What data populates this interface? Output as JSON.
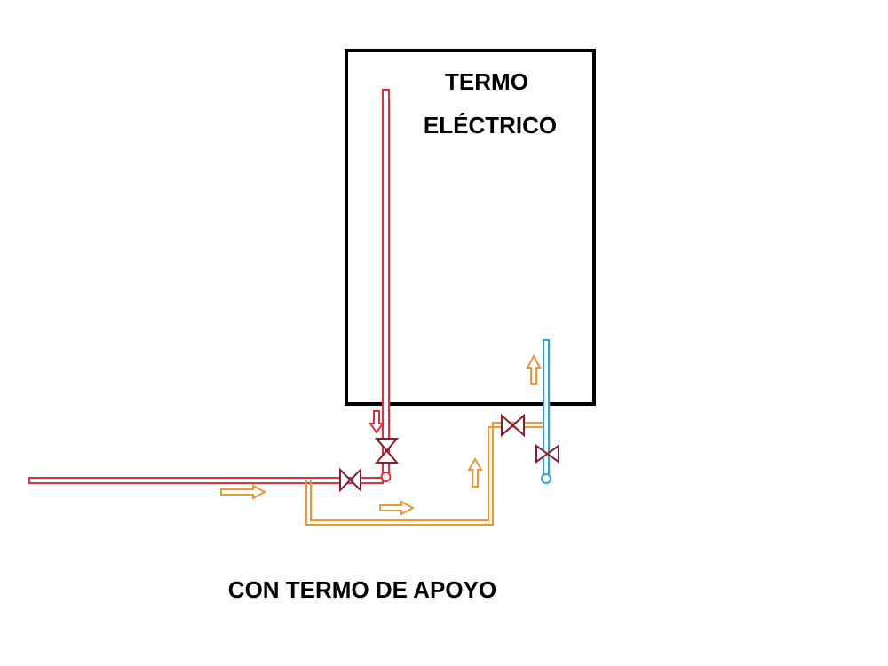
{
  "heater": {
    "title_line1": "TERMO",
    "title_line2": "ELÉCTRICO"
  },
  "caption": "CON TERMO DE APOYO",
  "colors": {
    "background": "#ffffff",
    "outline": "#000000",
    "hot_pipe": "#e0303a",
    "warm_pipe": "#f2962e",
    "cold_pipe": "#2ba4d8",
    "valve": "#8b1a2e",
    "arrow_hot": "#e0303a",
    "arrow_warm": "#f2962e"
  },
  "icons": [
    "valve-icon",
    "flow-arrow-icon"
  ]
}
